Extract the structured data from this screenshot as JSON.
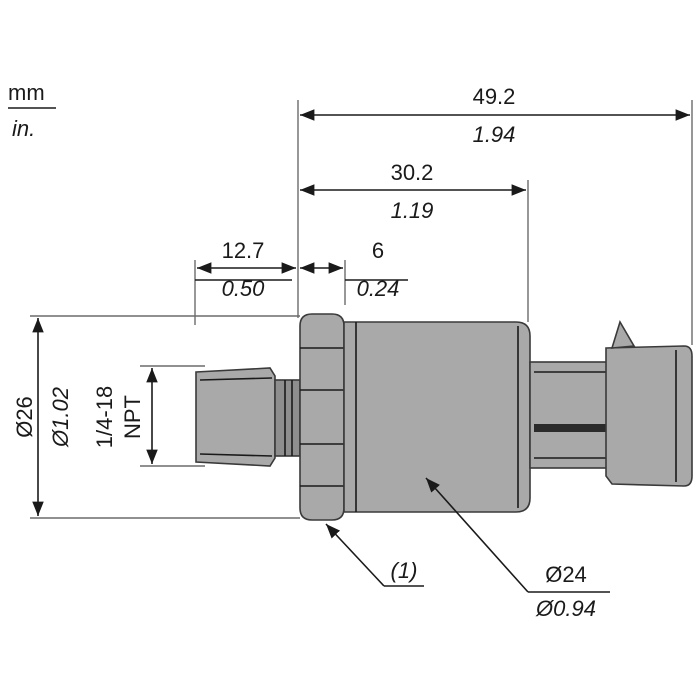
{
  "units": {
    "primary": "mm",
    "secondary": "in."
  },
  "dimensions": {
    "overall_length": {
      "mm": "49.2",
      "in": "1.94"
    },
    "body_length": {
      "mm": "30.2",
      "in": "1.19"
    },
    "thread_length": {
      "mm": "12.7",
      "in": "0.50"
    },
    "hex_length": {
      "mm": "6",
      "in": "0.24"
    },
    "hex_diameter": {
      "mm": "Ø26",
      "in": "Ø1.02"
    },
    "body_diameter": {
      "mm": "Ø24",
      "in": "Ø0.94"
    },
    "thread_spec": {
      "line1": "1/4-18",
      "line2": "NPT"
    }
  },
  "callout": {
    "label": "(1)"
  },
  "colors": {
    "body": "#a9a9a9",
    "dark": "#8e8e8e",
    "line": "#1a1a1a"
  }
}
